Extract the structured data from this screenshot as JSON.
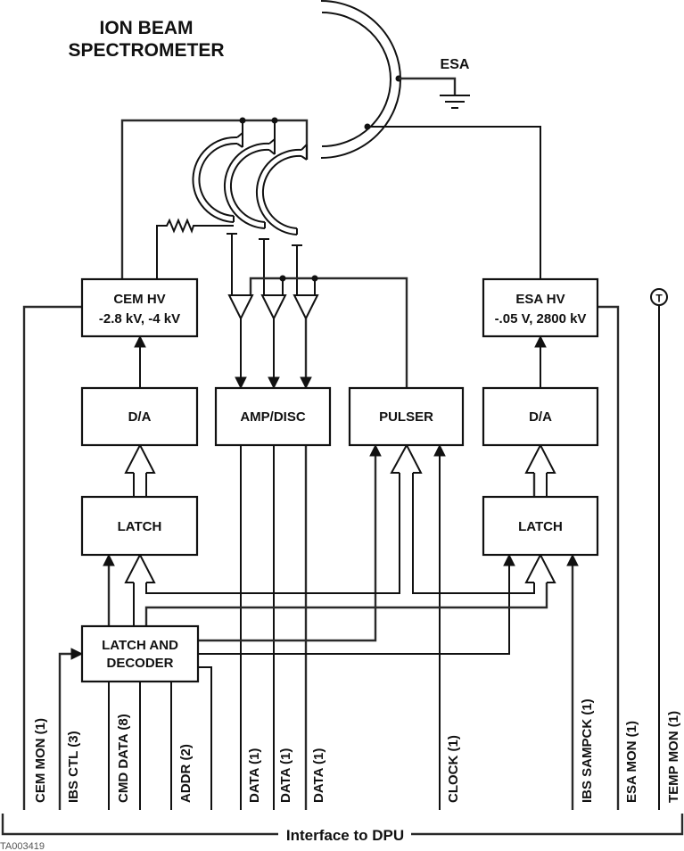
{
  "title": {
    "line1": "ION BEAM",
    "line2": "SPECTROMETER"
  },
  "esa_label": "ESA",
  "blocks": {
    "cem_hv": {
      "line1": "CEM HV",
      "line2": "-2.8 kV, -4 kV"
    },
    "esa_hv": {
      "line1": "ESA HV",
      "line2": "-.05 V, 2800 kV"
    },
    "da_left": "D/A",
    "amp_disc": "AMP/DISC",
    "pulser": "PULSER",
    "da_right": "D/A",
    "latch_left": "LATCH",
    "latch_right": "LATCH",
    "latch_decoder": {
      "line1": "LATCH AND",
      "line2": "DECODER"
    }
  },
  "temp_sensor": "T",
  "signals": [
    {
      "label": "CEM MON (1)"
    },
    {
      "label": "IBS CTL (3)"
    },
    {
      "label": "CMD DATA (8)"
    },
    {
      "label": "ADDR (2)"
    },
    {
      "label": "DATA (1)"
    },
    {
      "label": "DATA (1)"
    },
    {
      "label": "DATA (1)"
    },
    {
      "label": "CLOCK (1)"
    },
    {
      "label": "IBS SAMPCK (1)"
    },
    {
      "label": "ESA MON (1)"
    },
    {
      "label": "TEMP MON (1)"
    }
  ],
  "interface_label": "Interface to DPU",
  "figure_id": "TA003419"
}
